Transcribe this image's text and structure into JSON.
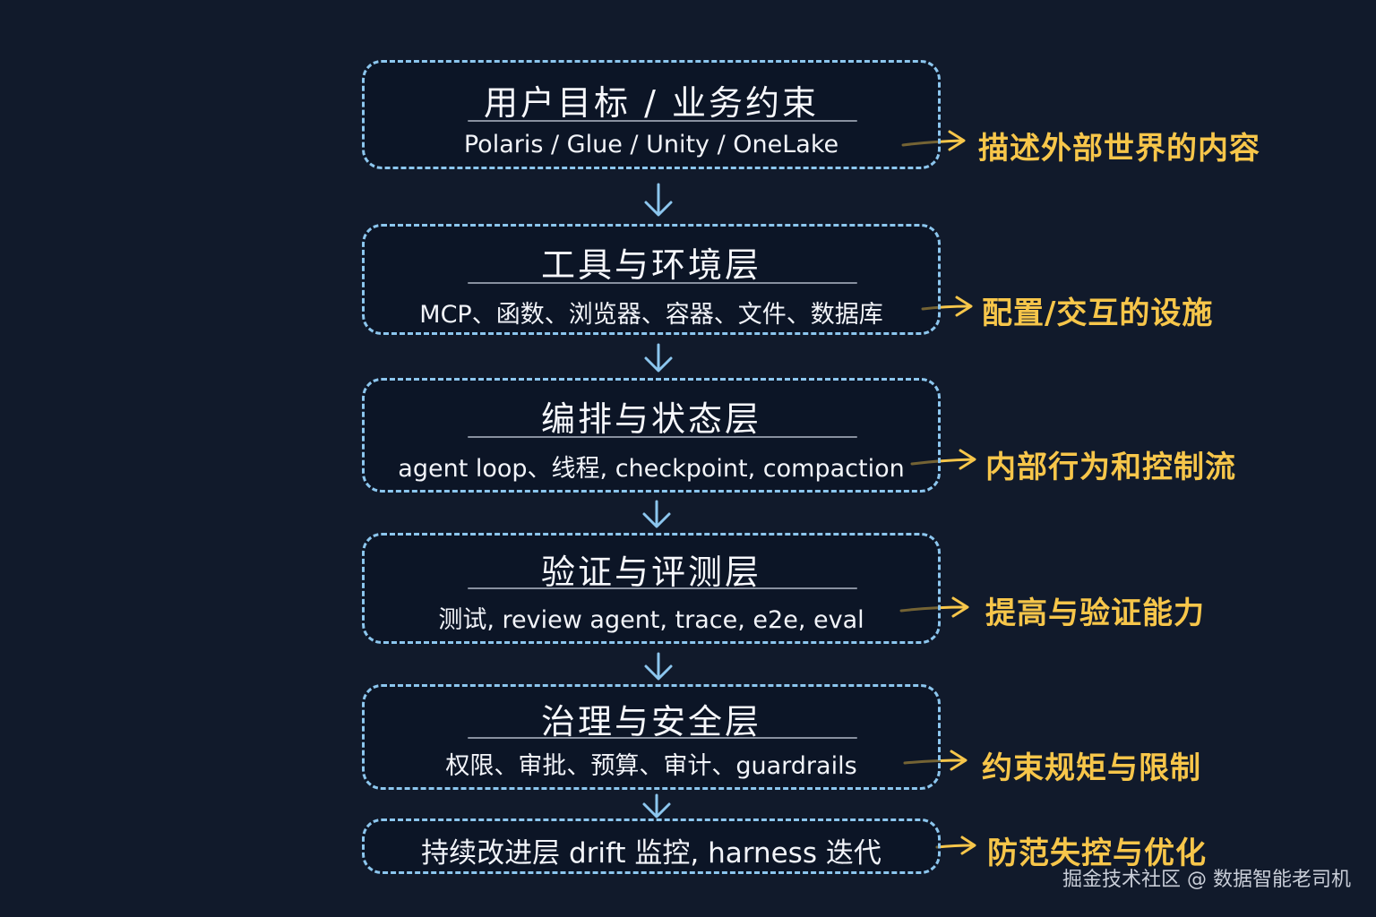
{
  "layers": [
    {
      "title": "用户目标 / 业务约束",
      "subtitle": "Polaris / Glue / Unity / OneLake",
      "note": "描述外部世界的内容"
    },
    {
      "title": "工具与环境层",
      "subtitle": "MCP、函数、浏览器、容器、文件、数据库",
      "note": "配置/交互的设施"
    },
    {
      "title": "编排与状态层",
      "subtitle": "agent loop、线程, checkpoint, compaction",
      "note": "内部行为和控制流"
    },
    {
      "title": "验证与评测层",
      "subtitle": "测试, review agent, trace, e2e, eval",
      "note": "提高与验证能力"
    },
    {
      "title": "治理与安全层",
      "subtitle": "权限、审批、预算、审计、guardrails",
      "note": "约束规矩与限制"
    },
    {
      "title": "持续改进层 drift 监控, harness 迭代",
      "note": "防范失控与优化"
    }
  ],
  "watermark": "掘金技术社区 @ 数据智能老司机",
  "colors": {
    "background": "#111a2b",
    "box_border": "#8cc6ee",
    "arrow": "#8cc6ee",
    "note_text": "#f7c64a",
    "note_arrow": "#f7c64a"
  }
}
